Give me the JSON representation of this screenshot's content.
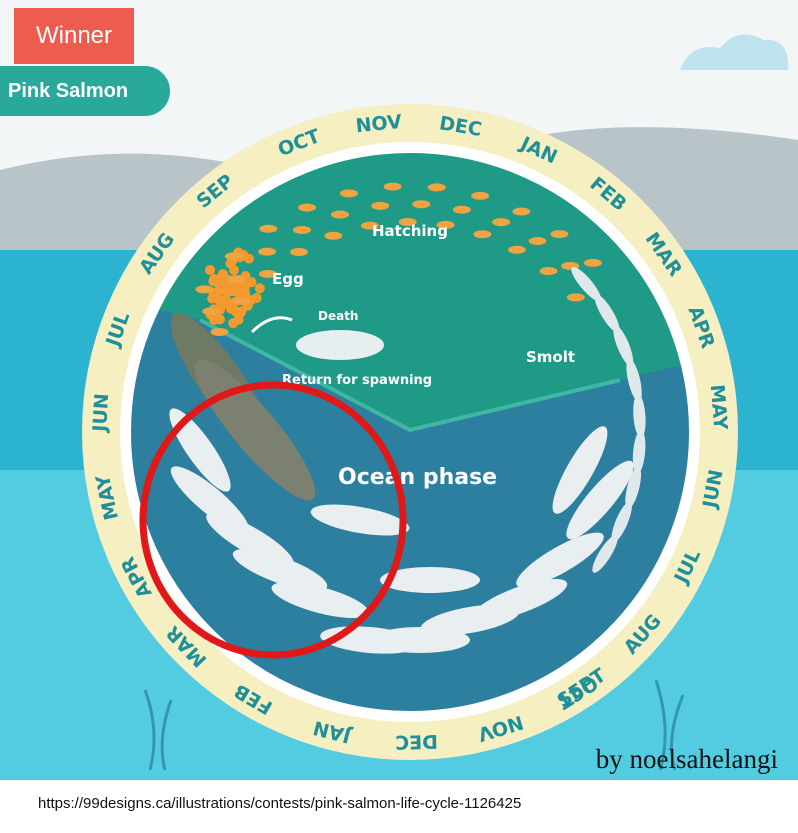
{
  "badges": {
    "winner": "Winner",
    "species": "Pink Salmon"
  },
  "months_top": [
    "OCT",
    "NOV",
    "DEC",
    "JAN",
    "FEB",
    "MAR",
    "APR",
    "MAY",
    "JUN",
    "JUL",
    "AUG",
    "SEPT"
  ],
  "months_bottom_left": [
    "SEP",
    "AUG",
    "JUL",
    "JUN",
    "MAY",
    "APR",
    "MAR",
    "FEB",
    "JAN",
    "DEC",
    "NOV",
    "OCT"
  ],
  "stages": {
    "egg": "Egg",
    "hatching": "Hatching",
    "death": "Death",
    "smolt": "Smolt",
    "return": "Return for spawning",
    "ocean": "Ocean phase"
  },
  "credit": "by noelsahelangi",
  "source_url": "https://99designs.ca/illustrations/contests/pink-salmon-life-cycle-1126425",
  "colors": {
    "ring": "#f6efc2",
    "ring_text": "#1f8f9a",
    "freshwater": "#1f9a86",
    "ocean": "#2d7fa0",
    "sky": "#e8eef0",
    "sea": "#3dbfd6",
    "highlight": "#e01818",
    "egg": "#f29a2e",
    "winner": "#ee5b4f",
    "species": "#29a99a"
  }
}
